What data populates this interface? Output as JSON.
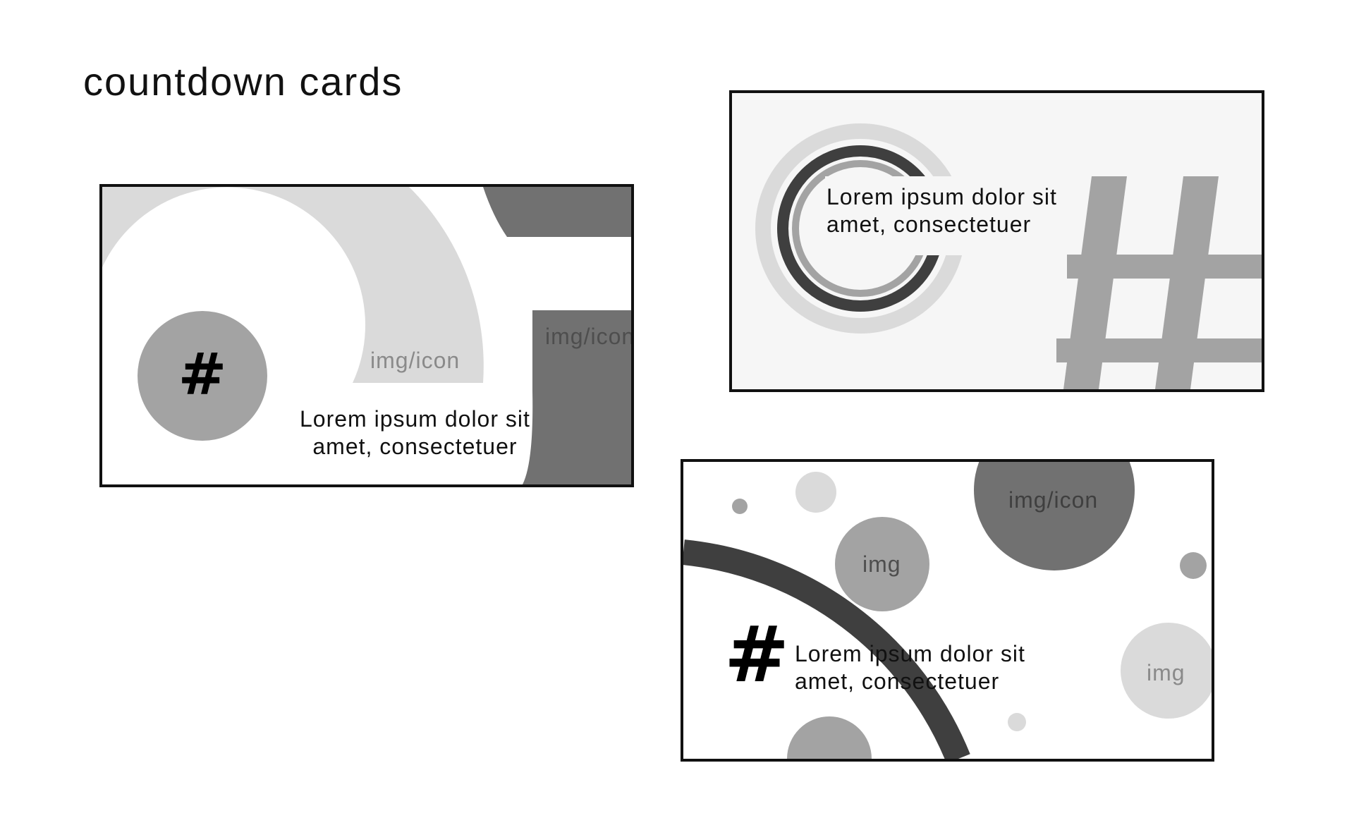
{
  "page": {
    "title": "countdown cards"
  },
  "cards": [
    {
      "name": "card-1",
      "number_symbol": "#",
      "placeholders": [
        "img/icon",
        "img/icon"
      ],
      "text_line_1": "Lorem ipsum dolor sit",
      "text_line_2": "amet, consectetuer"
    },
    {
      "name": "card-2",
      "number_symbol": "#",
      "text_line_1": "Lorem ipsum dolor sit",
      "text_line_2": "amet, consectetuer"
    },
    {
      "name": "card-3",
      "number_symbol": "#",
      "placeholders": [
        "img/icon",
        "img",
        "img"
      ],
      "text_line_1": "Lorem ipsum dolor sit",
      "text_line_2": "amet, consectetuer"
    }
  ],
  "colors": {
    "border": "#111111",
    "light_gray": "#dadada",
    "mid_gray": "#a3a3a3",
    "dark_gray": "#717171",
    "charcoal": "#3f3f3f",
    "placeholder_text_light": "#8a8a8a",
    "placeholder_text_dark": "#4e4e4e"
  }
}
